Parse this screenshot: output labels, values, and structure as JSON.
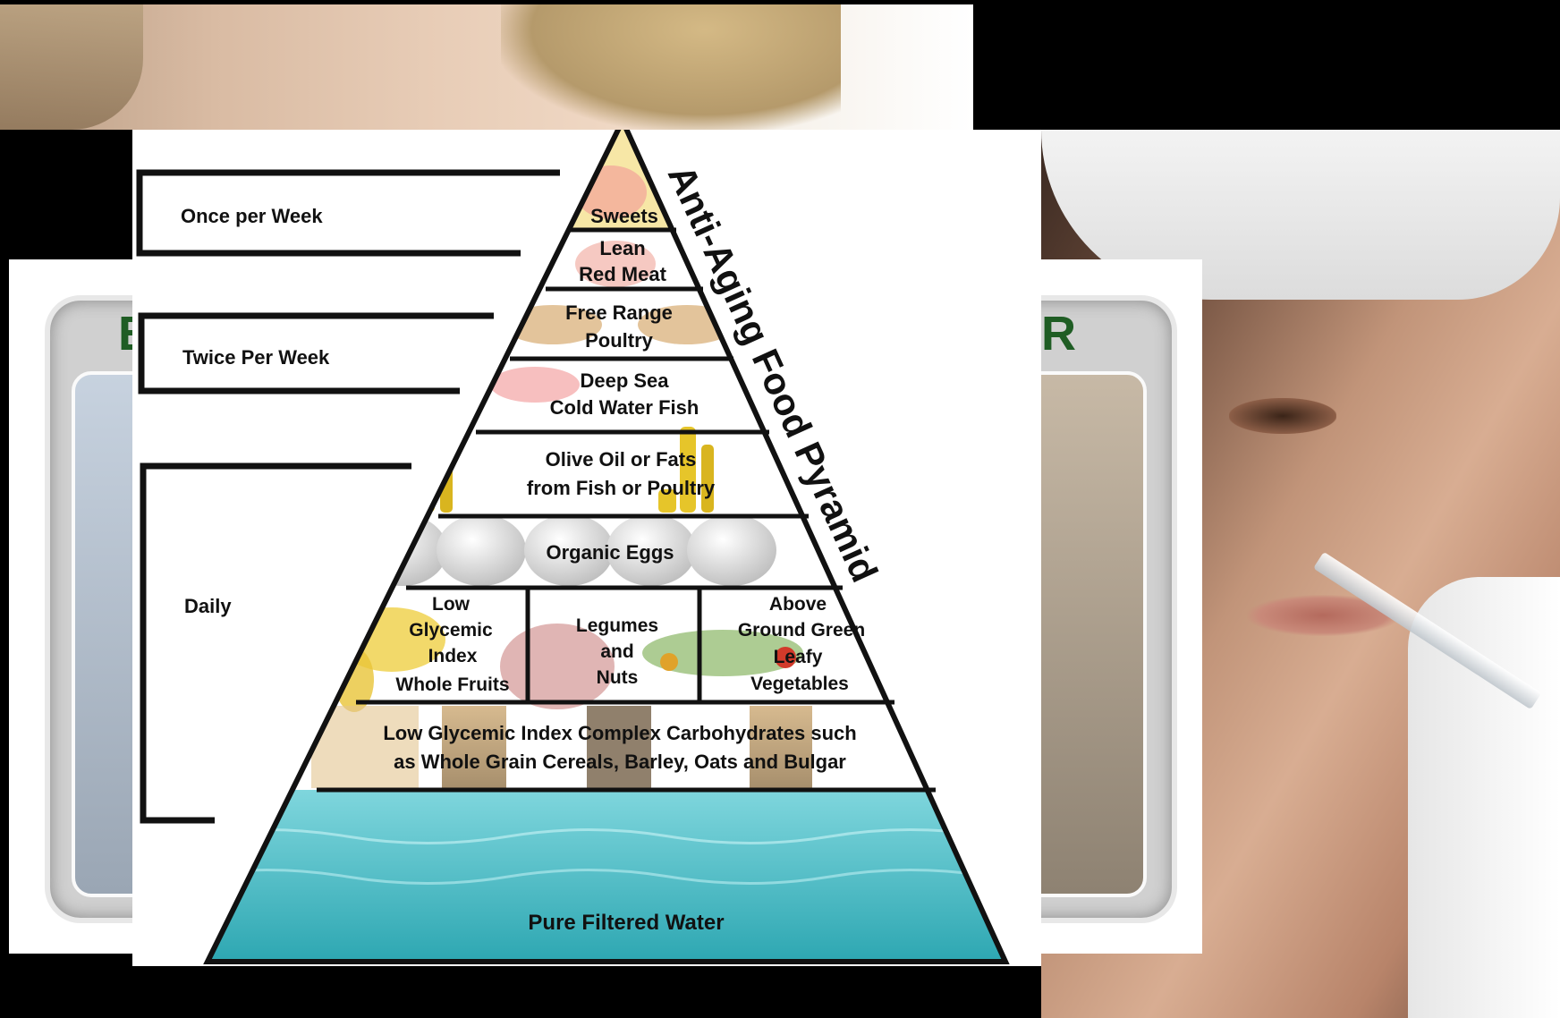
{
  "diagram": {
    "title": "Anti-Aging Food Pyramid",
    "frequency_labels": {
      "once_per_week": "Once per Week",
      "twice_per_week": "Twice Per Week",
      "daily": "Daily"
    },
    "tiers": {
      "sweets": "Sweets",
      "red_meat_line1": "Lean",
      "red_meat_line2": "Red Meat",
      "poultry_line1": "Free Range",
      "poultry_line2": "Poultry",
      "fish_line1": "Deep Sea",
      "fish_line2": "Cold Water Fish",
      "oil_line1": "Olive Oil or Fats",
      "oil_line2": "from Fish or Poultry",
      "eggs": "Organic Eggs",
      "fruits_line1": "Low",
      "fruits_line2": "Glycemic",
      "fruits_line3": "Index",
      "fruits_line4": "Whole Fruits",
      "legumes_line1": "Legumes",
      "legumes_line2": "and",
      "legumes_line3": "Nuts",
      "veg_line1": "Above",
      "veg_line2": "Ground Green",
      "veg_line3": "Leafy",
      "veg_line4": "Vegetables",
      "carbs_line1": "Low Glycemic Index Complex Carbohydrates such",
      "carbs_line2": "as Whole Grain Cereals, Barley, Oats and Bulgar",
      "water": "Pure Filtered Water"
    },
    "colors": {
      "water": "#3fb9c3",
      "sweets": "#f7e7a6",
      "eggs": "#d9d9d9",
      "oil": "#e6c52a"
    }
  },
  "background": {
    "left_card_letter": "E",
    "right_card_letter": "R"
  }
}
